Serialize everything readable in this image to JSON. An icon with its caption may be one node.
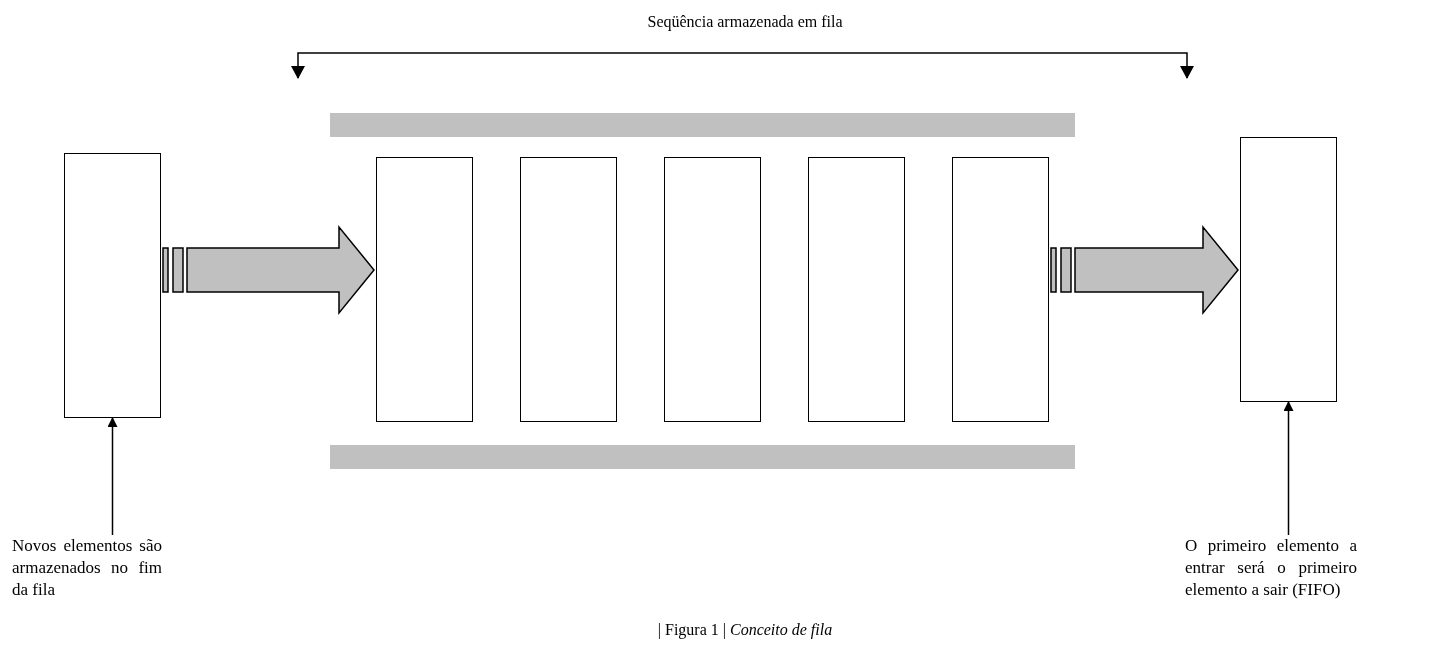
{
  "diagram": {
    "caption": "| Figura 1 | *Conceito de fila*",
    "nodes": [
      {
        "text": [],
        "shape": "box"
      },
      {
        "text": [],
        "shape": "box"
      },
      {
        "text": [],
        "shape": "box"
      },
      {
        "text": [],
        "shape": "box"
      },
      {
        "text": [],
        "shape": "box"
      },
      {
        "text": [],
        "shape": "box"
      },
      {
        "text": [],
        "shape": "box"
      },
      {
        "text": [
          "Novos elementos são armazenados no fim da fila"
        ]
      },
      {
        "text": [
          "O primeiro elemento a entrar será o primeiro elemento a sair (FIFO)"
        ]
      },
      {
        "text": [],
        "shape": "bar"
      },
      {
        "text": [],
        "shape": "bar"
      }
    ],
    "edges": [
      {
        "from": 0,
        "to": 1,
        "arrow": "to",
        "style": "thick"
      },
      {
        "from": 5,
        "to": 6,
        "arrow": "to",
        "style": "thick"
      },
      {
        "from": 7,
        "to": 0,
        "arrow": "to"
      },
      {
        "from": 8,
        "to": 6,
        "arrow": "to"
      }
    ],
    "labels": [
      "Seqüência armazenada em fila"
    ]
  }
}
